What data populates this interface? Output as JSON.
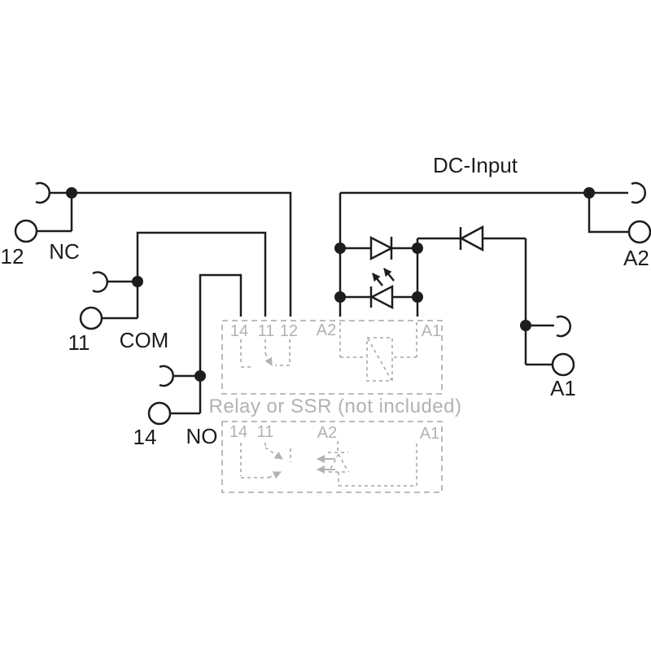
{
  "diagram": {
    "title": "DC-Input",
    "note": "Relay or SSR (not included)"
  },
  "terminals": {
    "t12": "12",
    "nc": "NC",
    "t11": "11",
    "com": "COM",
    "t14": "14",
    "no": "NO",
    "a2": "A2",
    "a1": "A1"
  },
  "relay_box_pins": {
    "p14": "14",
    "p11": "11",
    "p12": "12",
    "pa2": "A2",
    "pa1": "A1"
  },
  "ssr_box_pins": {
    "p14": "14",
    "p11": "11",
    "pa2": "A2",
    "pa1": "A1"
  },
  "colors": {
    "line": "#1d1d1b",
    "muted": "#b2b2b2",
    "background": "#ffffff"
  }
}
